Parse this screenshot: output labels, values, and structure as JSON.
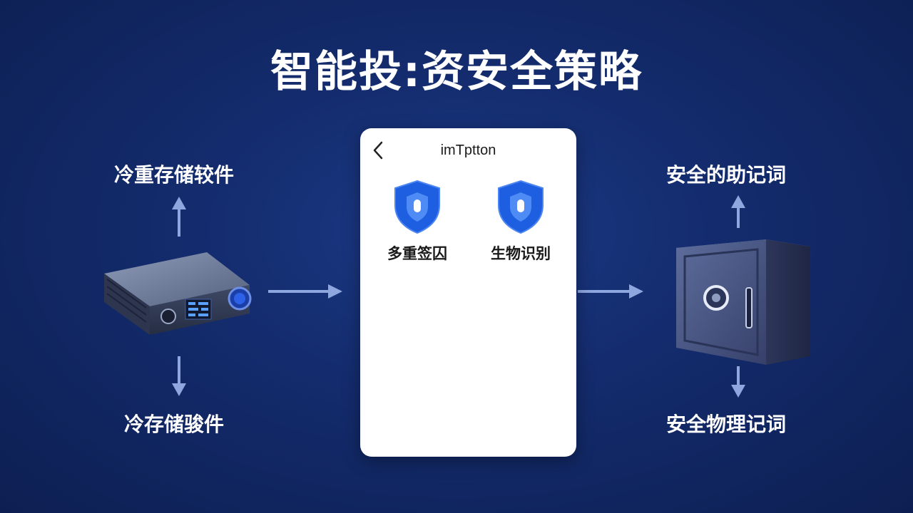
{
  "title": "智能投:资安全策略",
  "left": {
    "top_label": "冷重存储较件",
    "bottom_label": "冷存储骏件"
  },
  "right": {
    "top_label": "安全的助记词",
    "bottom_label": "安全物理记词"
  },
  "phone": {
    "title": "imTptton",
    "features": [
      {
        "label": "多重签囚",
        "icon": "shield-icon"
      },
      {
        "label": "生物识别",
        "icon": "shield-icon"
      }
    ]
  },
  "colors": {
    "background": "#142c6e",
    "arrow": "#8ea7de",
    "shield": "#1d5fe0",
    "card": "#ffffff"
  }
}
